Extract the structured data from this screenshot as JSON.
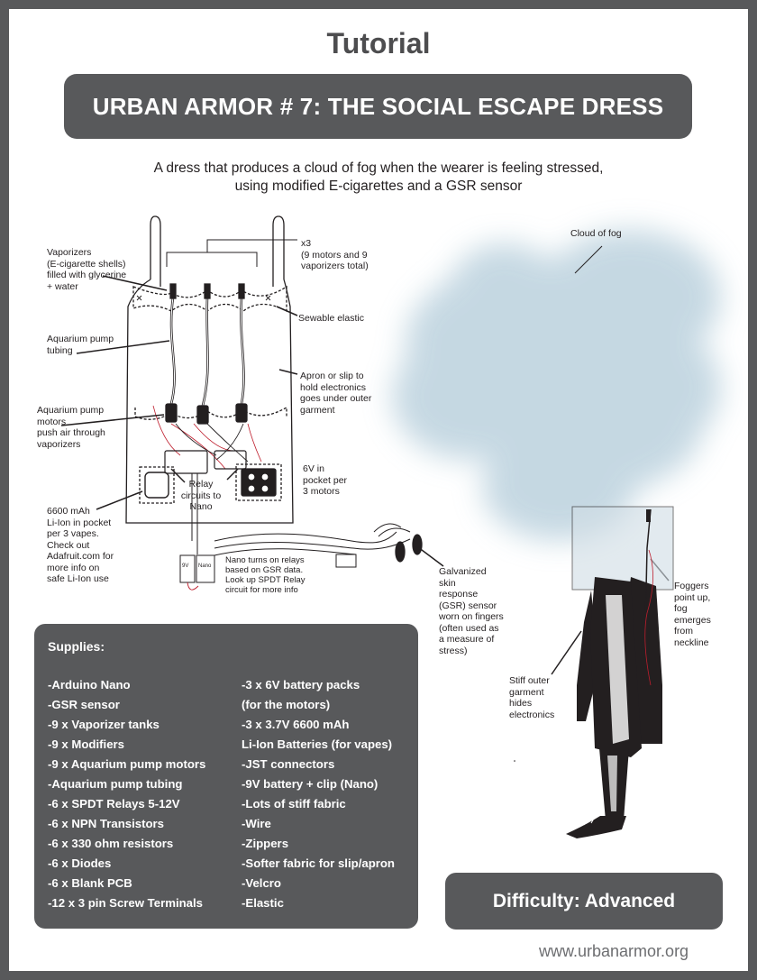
{
  "header": {
    "title": "Tutorial",
    "banner": "URBAN ARMOR # 7: THE SOCIAL ESCAPE DRESS",
    "subtitle_line1": "A dress that produces a cloud of fog when the wearer is feeling stressed,",
    "subtitle_line2": "using modified E-cigarettes and a GSR sensor"
  },
  "diagram": {
    "vaporizers": [
      "Vaporizers",
      "(E-cigarette shells)",
      "filled with glycerine",
      "+ water"
    ],
    "x3": [
      "x3",
      "(9 motors and 9",
      "vaporizers total)"
    ],
    "sewable_elastic": "Sewable elastic",
    "tubing": [
      "Aquarium pump",
      "tubing"
    ],
    "apron": [
      "Apron or slip to",
      "hold electronics",
      "goes under outer",
      "garment"
    ],
    "motors": [
      "Aquarium pump",
      "motors",
      "push air through",
      "vaporizers"
    ],
    "battery_6v": [
      "6V in",
      "pocket per",
      "3 motors"
    ],
    "relay": [
      "Relay",
      "circuits to",
      "Nano"
    ],
    "liion": [
      "6600 mAh",
      "Li-Ion in pocket",
      "per 3 vapes.",
      "Check out",
      "Adafruit.com for",
      "more info on",
      "safe Li-Ion use"
    ],
    "nano_turns": [
      "Nano turns on relays",
      "based on GSR data.",
      "Look up SPDT Relay",
      "circuit for more info"
    ],
    "nine_v": "9V",
    "nano": "Nano",
    "gsr": [
      "Galvanized",
      "skin",
      "response",
      "(GSR) sensor",
      "worn on fingers",
      "(often used as",
      "a measure of",
      "stress)"
    ],
    "cloud": "Cloud of fog",
    "foggers": [
      "Foggers",
      "point up,",
      "fog",
      "emerges",
      "from",
      "neckline"
    ],
    "outer": [
      "Stiff outer",
      "garment",
      "hides",
      "electronics"
    ]
  },
  "supplies": {
    "title": "Supplies:",
    "col1": [
      "-Arduino Nano",
      "-GSR sensor",
      "-9 x Vaporizer tanks",
      "-9 x Modifiers",
      "-9 x Aquarium pump motors",
      "-Aquarium pump tubing",
      "-6 x SPDT Relays 5-12V",
      "-6 x NPN Transistors",
      "-6 x 330 ohm resistors",
      "-6 x Diodes",
      "-6 x Blank PCB",
      "-12 x 3 pin Screw Terminals"
    ],
    "col2": [
      "-3 x 6V battery packs",
      "(for the motors)",
      "-3 x 3.7V 6600 mAh",
      "Li-Ion Batteries (for vapes)",
      "-JST connectors",
      "-9V battery + clip (Nano)",
      "-Lots of stiff fabric",
      "-Wire",
      "-Zippers",
      "-Softer fabric for slip/apron",
      "-Velcro",
      "-Elastic"
    ]
  },
  "difficulty": "Difficulty: Advanced",
  "website": "www.urbanarmor.org"
}
